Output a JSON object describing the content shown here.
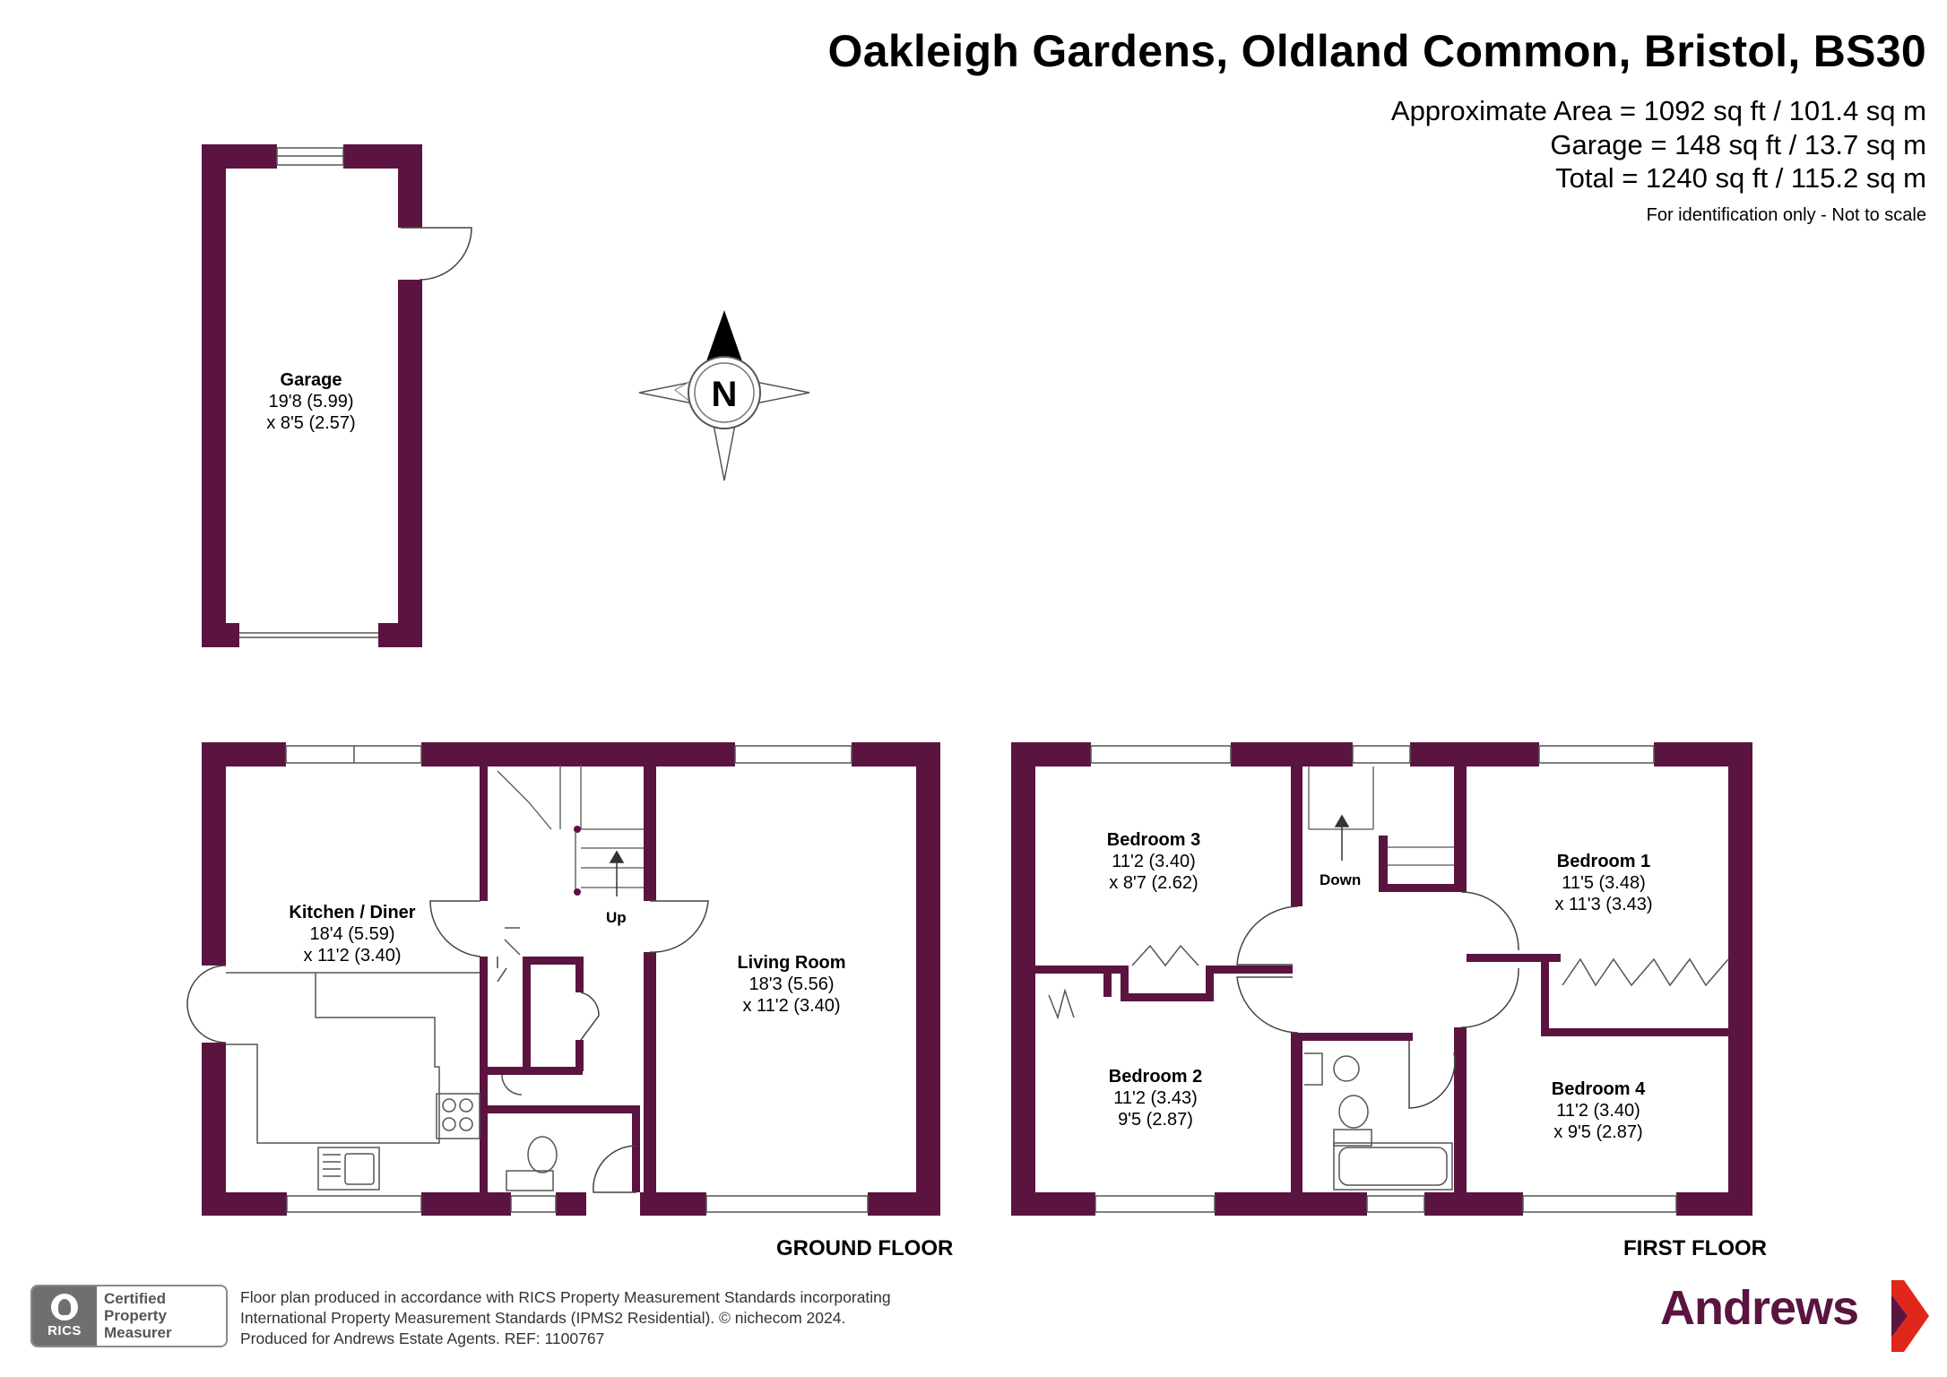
{
  "header": {
    "address": "Oakleigh Gardens, Oldland Common, Bristol, BS30",
    "approx_area": "Approximate Area = 1092 sq ft / 101.4 sq m",
    "garage_area": "Garage = 148 sq ft / 13.7 sq m",
    "total_area": "Total = 1240 sq ft / 115.2 sq m",
    "disclaimer": "For identification only - Not to scale"
  },
  "compass": {
    "letter": "N"
  },
  "rooms": {
    "garage": {
      "name": "Garage",
      "dim1": "19'8 (5.99)",
      "dim2": "x 8'5 (2.57)"
    },
    "kitchen": {
      "name": "Kitchen / Diner",
      "dim1": "18'4 (5.59)",
      "dim2": "x 11'2 (3.40)"
    },
    "living": {
      "name": "Living Room",
      "dim1": "18'3 (5.56)",
      "dim2": "x 11'2 (3.40)"
    },
    "bedroom3": {
      "name": "Bedroom 3",
      "dim1": "11'2 (3.40)",
      "dim2": "x 8'7 (2.62)"
    },
    "bedroom1": {
      "name": "Bedroom 1",
      "dim1": "11'5 (3.48)",
      "dim2": "x 11'3 (3.43)"
    },
    "bedroom2": {
      "name": "Bedroom 2",
      "dim1": "11'2 (3.43)",
      "dim2": "9'5 (2.87)"
    },
    "bedroom4": {
      "name": "Bedroom 4",
      "dim1": "11'2 (3.40)",
      "dim2": "x 9'5 (2.87)"
    }
  },
  "stairs": {
    "up_label": "Up",
    "down_label": "Down"
  },
  "floors": {
    "ground": "GROUND FLOOR",
    "first": "FIRST FLOOR"
  },
  "footer": {
    "line1": "Floor plan produced in accordance with RICS Property Measurement Standards incorporating",
    "line2": "International Property Measurement Standards (IPMS2 Residential).   © nichecom 2024.",
    "line3": "Produced for Andrews Estate Agents.   REF:   1100767"
  },
  "rics_badge": {
    "abbr": "RICS",
    "line1": "Certified",
    "line2": "Property",
    "line3": "Measurer"
  },
  "brand": {
    "name": "Andrews"
  },
  "colors": {
    "wall": "#5b1440",
    "text": "#000000",
    "brand": "#5b1440",
    "accent": "#e1261c"
  }
}
